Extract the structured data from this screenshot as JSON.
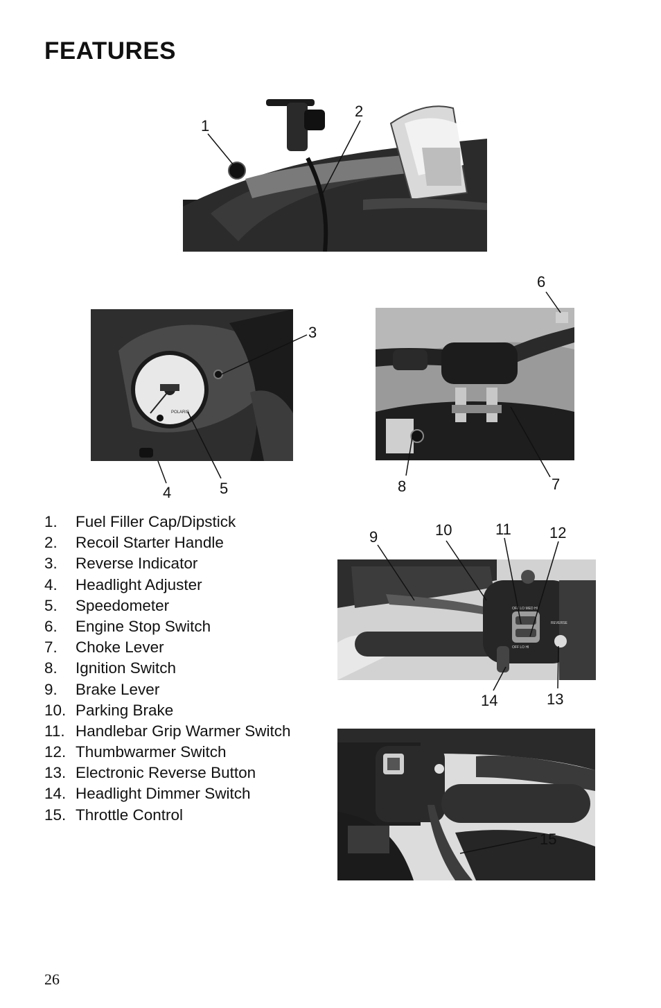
{
  "page": {
    "title": "FEATURES",
    "page_number": "26"
  },
  "callouts": {
    "c1": "1",
    "c2": "2",
    "c3": "3",
    "c4": "4",
    "c5": "5",
    "c6": "6",
    "c7": "7",
    "c8": "8",
    "c9": "9",
    "c10": "10",
    "c11": "11",
    "c12": "12",
    "c13": "13",
    "c14": "14",
    "c15": "15"
  },
  "features": [
    {
      "num": "1.",
      "label": "Fuel Filler Cap/Dipstick"
    },
    {
      "num": "2.",
      "label": "Recoil Starter Handle"
    },
    {
      "num": "3.",
      "label": "Reverse Indicator"
    },
    {
      "num": "4.",
      "label": "Headlight Adjuster"
    },
    {
      "num": "5.",
      "label": "Speedometer"
    },
    {
      "num": "6.",
      "label": "Engine Stop Switch"
    },
    {
      "num": "7.",
      "label": "Choke Lever"
    },
    {
      "num": "8.",
      "label": "Ignition Switch"
    },
    {
      "num": "9.",
      "label": "Brake Lever"
    },
    {
      "num": "10.",
      "label": "Parking Brake"
    },
    {
      "num": "11.",
      "label": "Handlebar Grip Warmer Switch"
    },
    {
      "num": "12.",
      "label": "Thumbwarmer Switch"
    },
    {
      "num": "13.",
      "label": "Electronic Reverse Button"
    },
    {
      "num": "14.",
      "label": "Headlight Dimmer Switch"
    },
    {
      "num": "15.",
      "label": "Throttle Control"
    }
  ],
  "photo_labels": {
    "speedo_brand": "POLARIS",
    "switch_warmer": "OFF LO MED HI",
    "switch_light": "OFF LO HI",
    "reverse": "REVERSE"
  }
}
